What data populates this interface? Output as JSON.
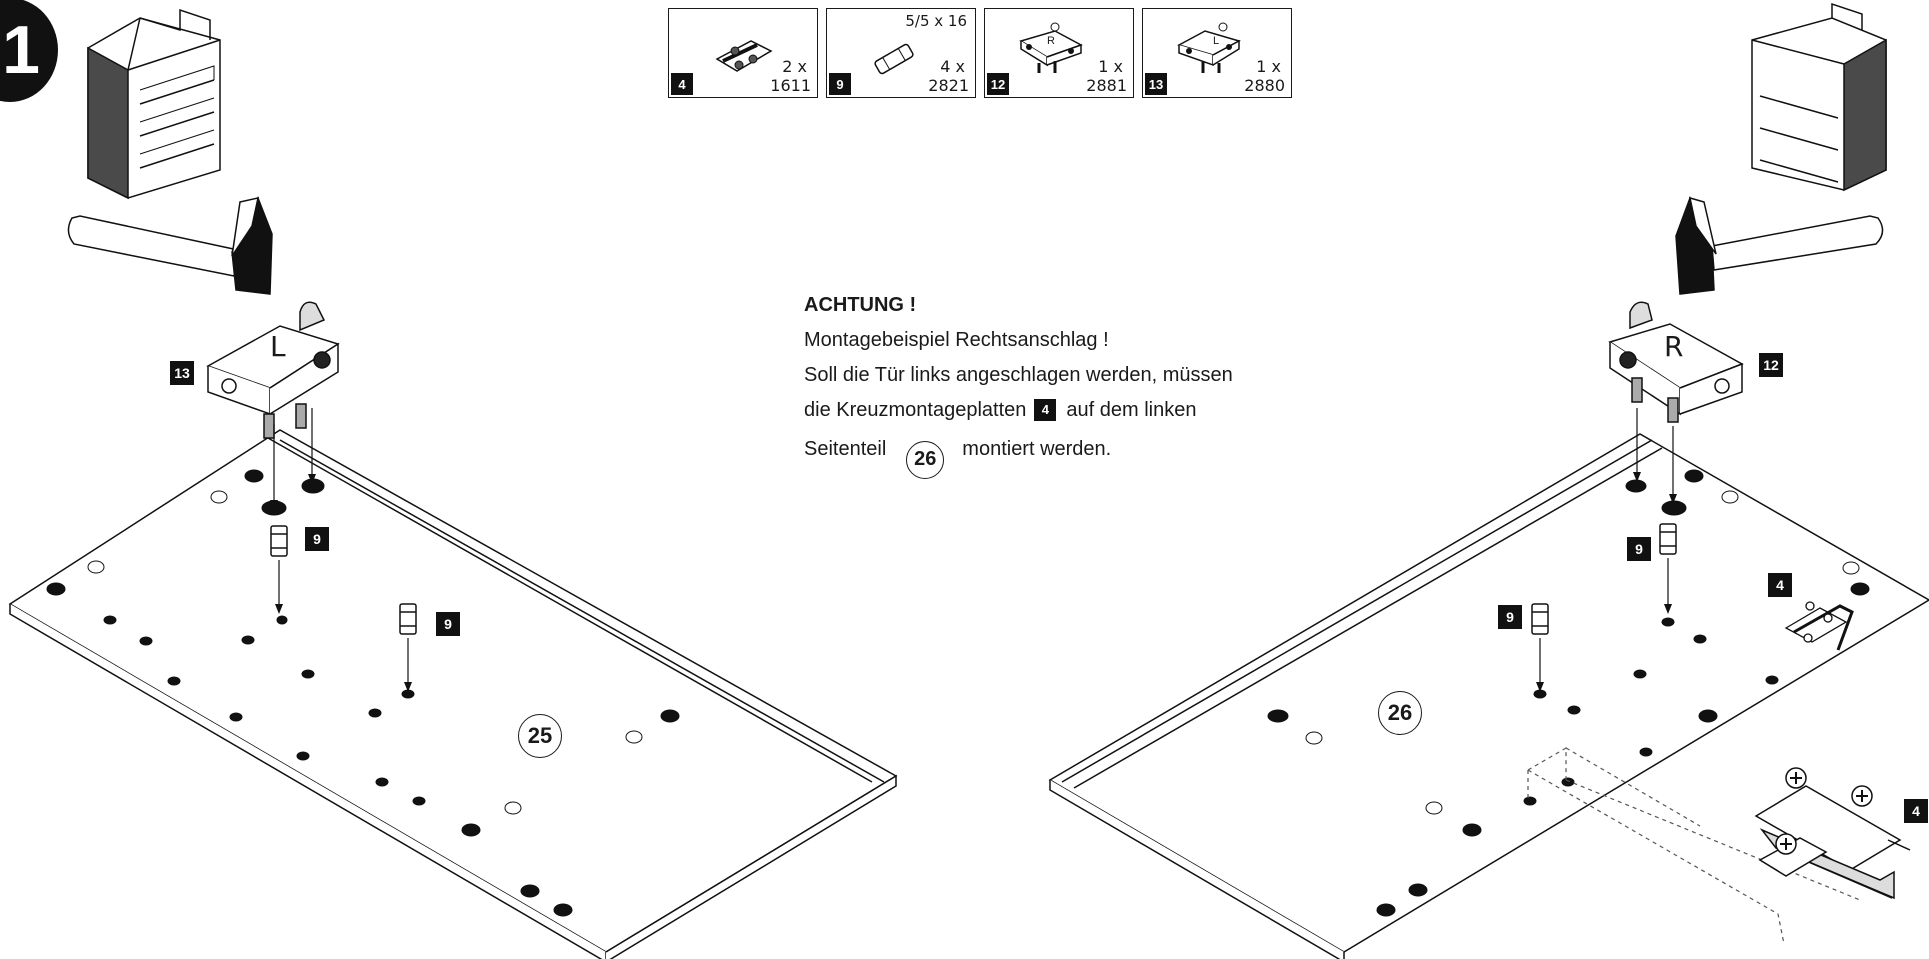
{
  "step": {
    "number": "1"
  },
  "parts": [
    {
      "num": "4",
      "qty": "2 x",
      "code": "1611",
      "size": "",
      "icon": "cross-mounting-plate-icon"
    },
    {
      "num": "9",
      "qty": "4 x",
      "code": "2821",
      "size": "5/5 x 16",
      "icon": "connector-pin-icon"
    },
    {
      "num": "12",
      "qty": "1 x",
      "code": "2881",
      "size": "",
      "icon": "hinge-right-icon",
      "letter": "R"
    },
    {
      "num": "13",
      "qty": "1 x",
      "code": "2880",
      "size": "",
      "icon": "hinge-left-icon",
      "letter": "L"
    }
  ],
  "note": {
    "title": "ACHTUNG !",
    "line1": "Montagebeispiel Rechtsanschlag !",
    "line2": "Soll die Tür links angeschlagen werden, müssen",
    "line3a": "die Kreuzmontageplatten",
    "line3_badge": "4",
    "line3b": "auf dem linken",
    "line4a": "Seitenteil",
    "line4_circle": "26",
    "line4b": "montiert werden."
  },
  "left_assembly": {
    "panel_label": "25",
    "hinge_label": "13",
    "hinge_letter": "L",
    "pin_label_a": "9",
    "pin_label_b": "9"
  },
  "right_assembly": {
    "panel_label": "26",
    "hinge_label": "12",
    "hinge_letter": "R",
    "pin_label_a": "9",
    "pin_label_b": "9",
    "plate_label_a": "4",
    "plate_label_b": "4"
  }
}
